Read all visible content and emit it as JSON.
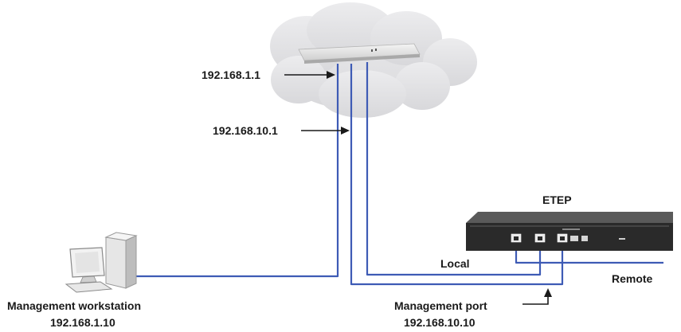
{
  "labels": {
    "router_ip": "192.168.1.1",
    "router_inner_ip": "192.168.10.1",
    "etep": "ETEP",
    "local": "Local",
    "remote": "Remote",
    "workstation_name": "Management workstation",
    "workstation_ip": "192.168.1.10",
    "mgmt_port_name": "Management port",
    "mgmt_port_ip": "192.168.10.10"
  },
  "colors": {
    "cable": "#3e5bb5",
    "cloud": "#e9e9eb",
    "device": "#2a2a2a"
  },
  "icons": {
    "network": "cloud-icon",
    "router": "router-icon",
    "workstation": "workstation-icon",
    "etep": "etep-device-icon"
  }
}
